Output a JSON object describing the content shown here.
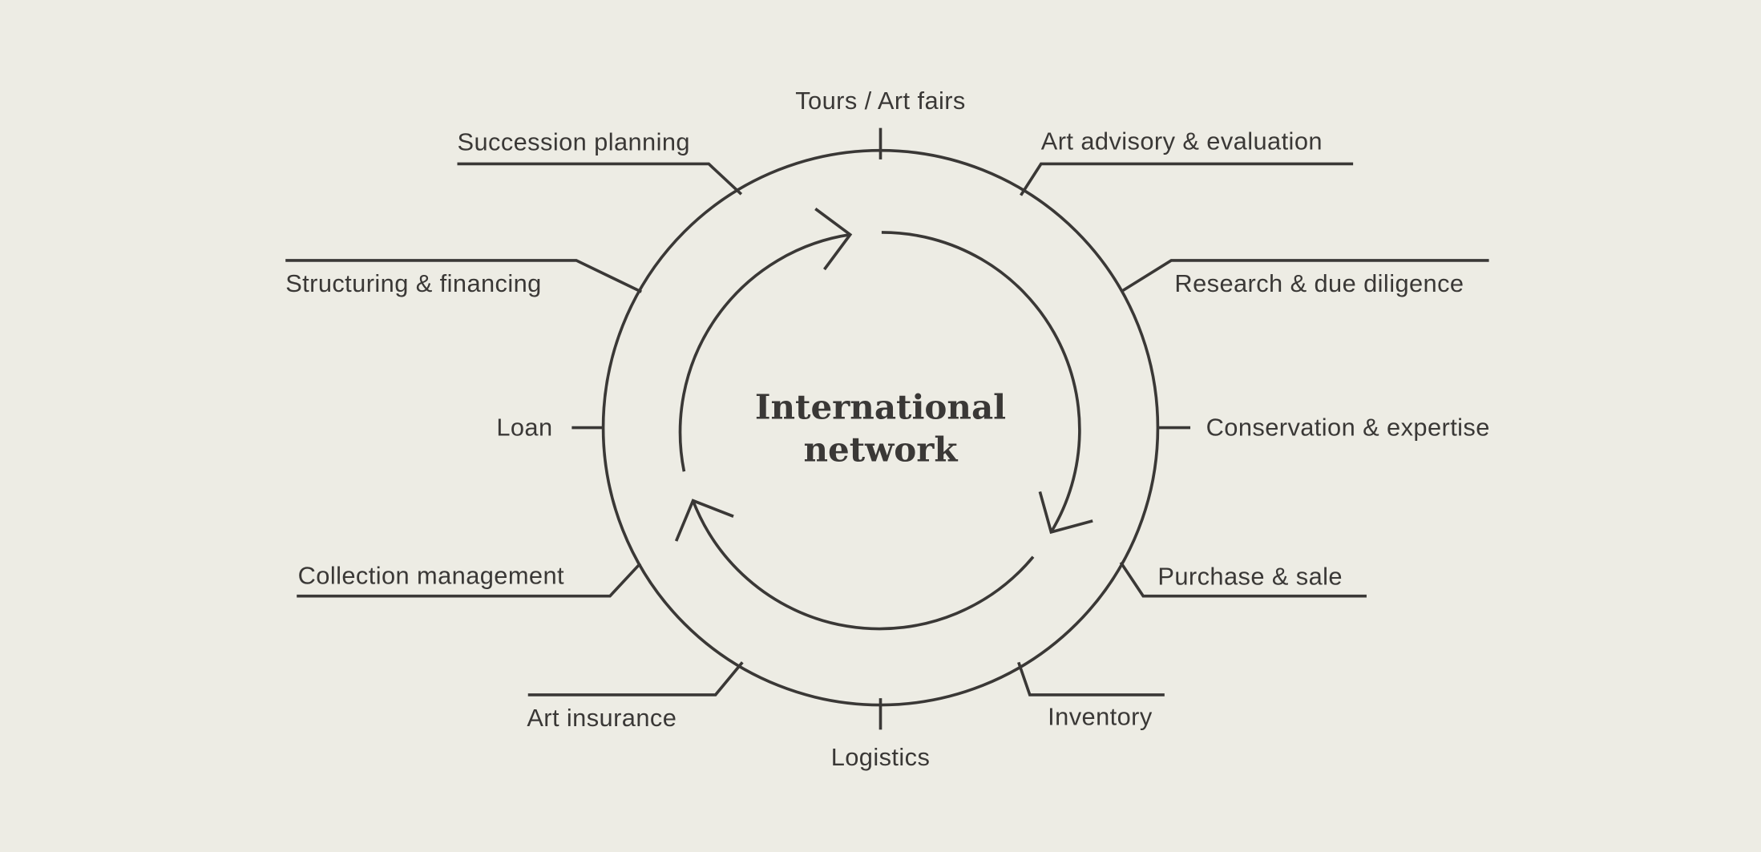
{
  "center": {
    "line1": "International",
    "line2": "network"
  },
  "services": {
    "tours": "Tours / Art fairs",
    "advisory": "Art advisory & evaluation",
    "research": "Research & due diligence",
    "conservation": "Conservation & expertise",
    "purchase": "Purchase & sale",
    "inventory": "Inventory",
    "logistics": "Logistics",
    "insurance": "Art insurance",
    "collection": "Collection management",
    "loan": "Loan",
    "structuring": "Structuring & financing",
    "succession": "Succession planning"
  },
  "colors": {
    "background": "#edece4",
    "ink": "#3a3836"
  }
}
